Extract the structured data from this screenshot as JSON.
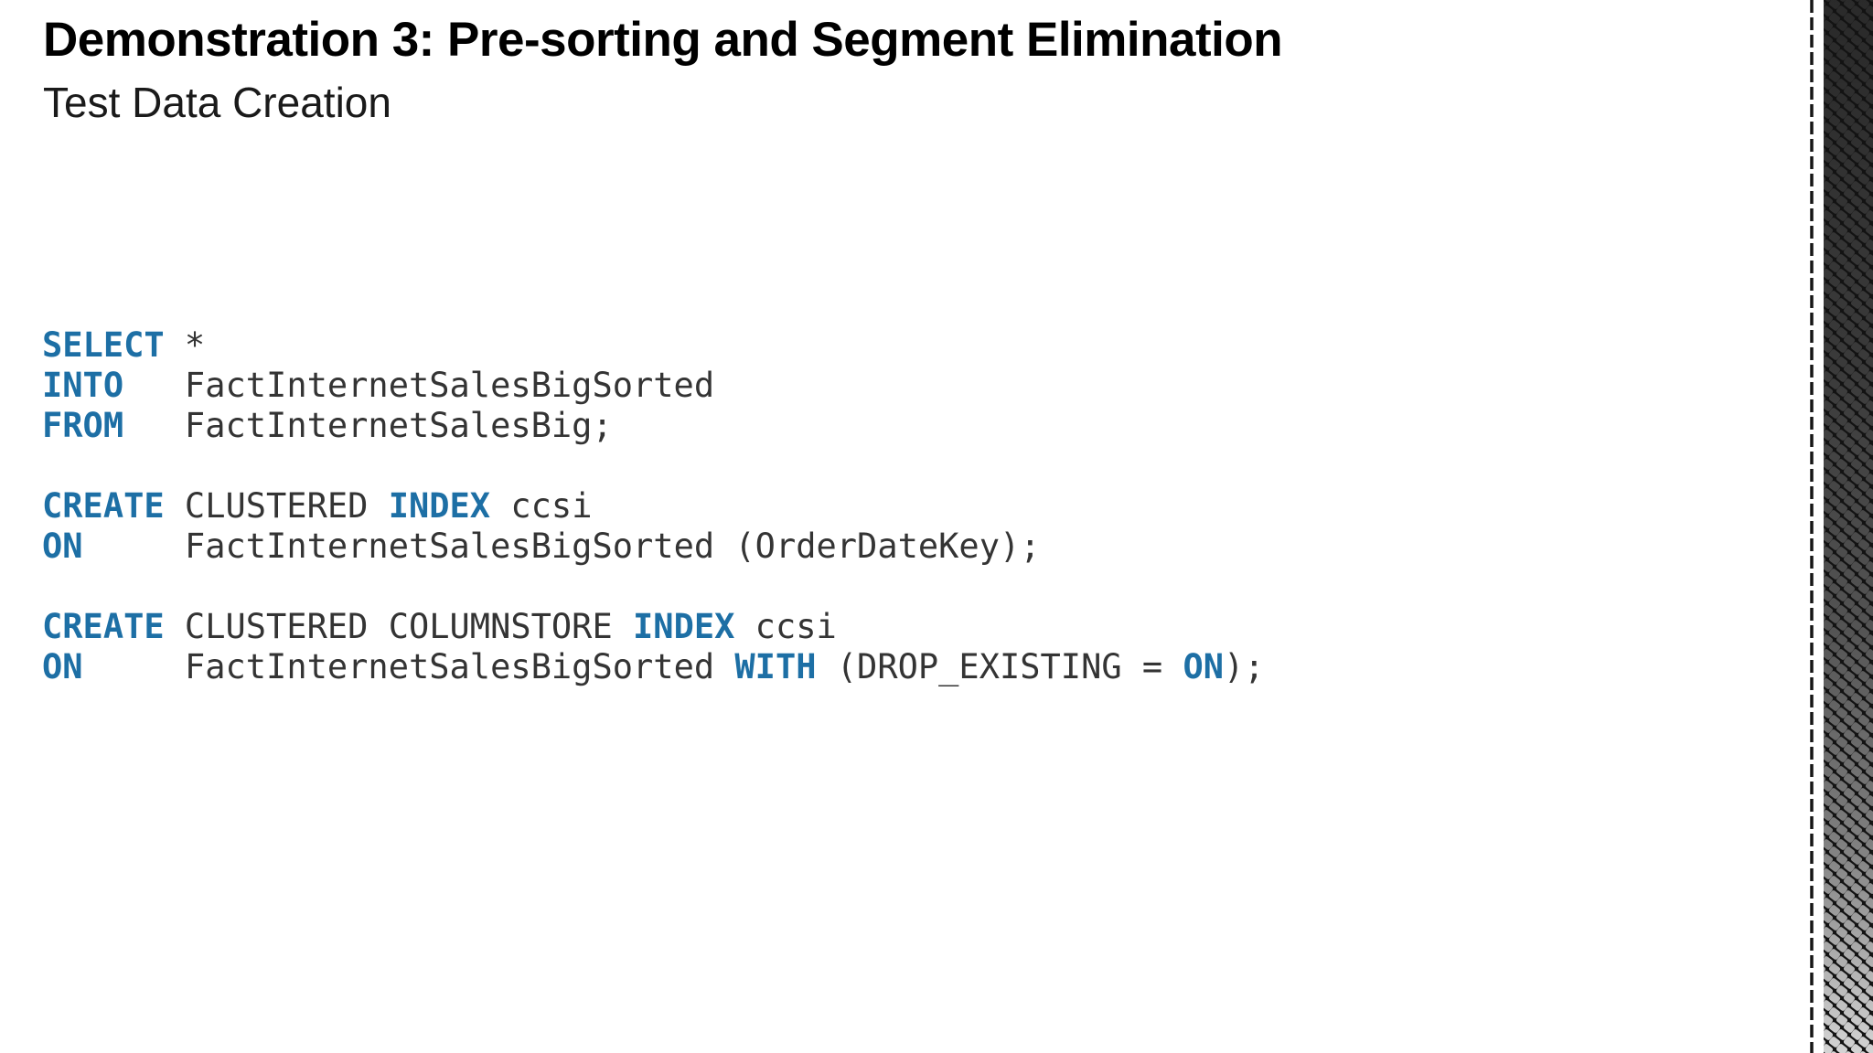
{
  "slide": {
    "title": "Demonstration 3: Pre-sorting and Segment Elimination",
    "subtitle": "Test Data Creation"
  },
  "code": {
    "language": "sql",
    "lines": [
      [
        {
          "t": "SELECT",
          "c": "kw"
        },
        {
          "t": " *",
          "c": "pl"
        }
      ],
      [
        {
          "t": "INTO",
          "c": "kw"
        },
        {
          "t": "   FactInternetSalesBigSorted",
          "c": "pl"
        }
      ],
      [
        {
          "t": "FROM",
          "c": "kw"
        },
        {
          "t": "   FactInternetSalesBig;",
          "c": "pl"
        }
      ],
      [],
      [
        {
          "t": "CREATE",
          "c": "kw"
        },
        {
          "t": " CLUSTERED ",
          "c": "pl"
        },
        {
          "t": "INDEX",
          "c": "kw"
        },
        {
          "t": " ccsi",
          "c": "pl"
        }
      ],
      [
        {
          "t": "ON",
          "c": "kw"
        },
        {
          "t": "     FactInternetSalesBigSorted (OrderDateKey);",
          "c": "pl"
        }
      ],
      [],
      [
        {
          "t": "CREATE",
          "c": "kw"
        },
        {
          "t": " CLUSTERED COLUMNSTORE ",
          "c": "pl"
        },
        {
          "t": "INDEX",
          "c": "kw"
        },
        {
          "t": " ccsi",
          "c": "pl"
        }
      ],
      [
        {
          "t": "ON",
          "c": "kw"
        },
        {
          "t": "     FactInternetSalesBigSorted ",
          "c": "pl"
        },
        {
          "t": "WITH",
          "c": "kw"
        },
        {
          "t": " (DROP_EXISTING = ",
          "c": "pl"
        },
        {
          "t": "ON",
          "c": "kw"
        },
        {
          "t": ");",
          "c": "pl"
        }
      ]
    ]
  },
  "colors": {
    "keyword_blue": "#1d6fa5",
    "code_text": "#343434",
    "title_text": "#000000",
    "subtitle_text": "#1a1a1a",
    "band_background": "#131313",
    "divider_line": "#161616",
    "page_background": "#ffffff"
  },
  "decor": {
    "dashed_line": "vertical dashed line near right edge",
    "right_band": "dark halftone diamond texture band, dots fade brighter toward bottom"
  }
}
